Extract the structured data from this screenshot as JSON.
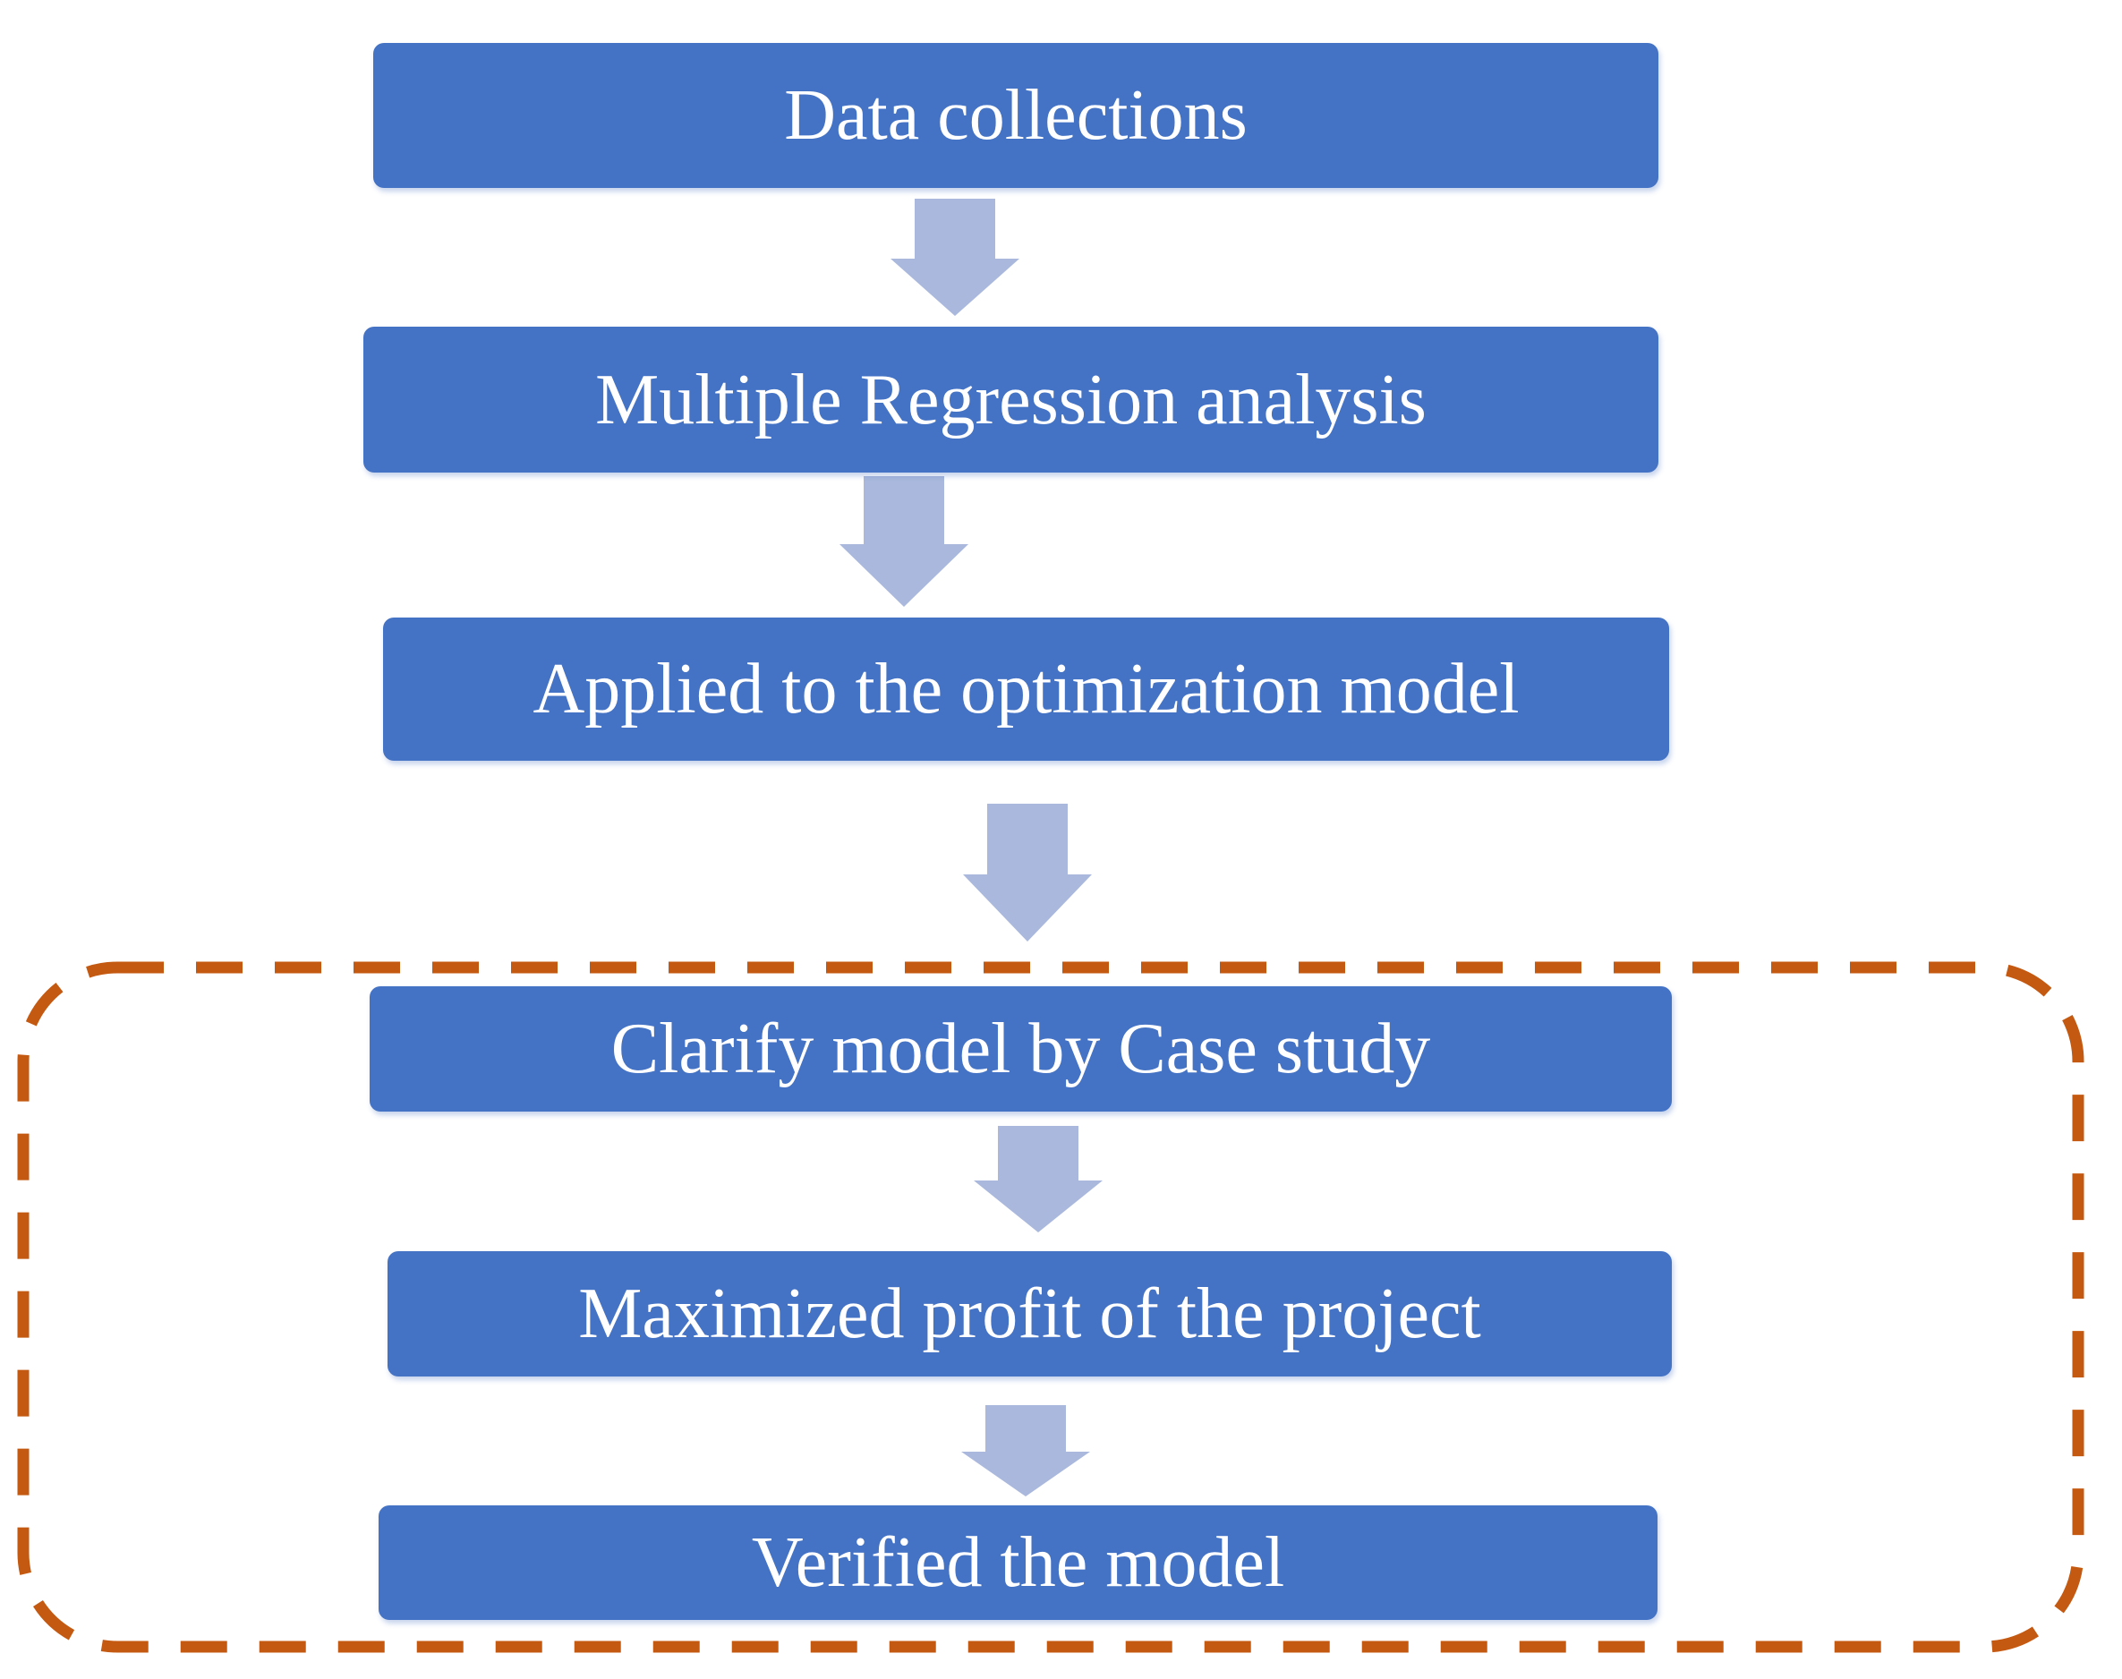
{
  "figure": {
    "type": "flowchart",
    "direction": "top-down",
    "steps": [
      {
        "id": "data-collections",
        "label": "Data collections",
        "in_dashed_group": false
      },
      {
        "id": "multiple-regression-analysis",
        "label": "Multiple Regression analysis",
        "in_dashed_group": false
      },
      {
        "id": "applied-to-optimization-model",
        "label": "Applied to the optimization model",
        "in_dashed_group": false
      },
      {
        "id": "clarify-model-by-case-study",
        "label": "Clarify model by Case study",
        "in_dashed_group": true
      },
      {
        "id": "maximized-profit-of-project",
        "label": "Maximized profit of the project",
        "in_dashed_group": true
      },
      {
        "id": "verified-the-model",
        "label": "Verified the model",
        "in_dashed_group": true
      }
    ],
    "connectors": {
      "count": 5,
      "style": "block-arrow-down"
    },
    "dashed_group": {
      "shape": "rounded-rectangle",
      "border_style": "dashed",
      "contains_labels": [
        "Clarify model by Case study",
        "Maximized profit of the project",
        "Verified the model"
      ]
    }
  },
  "colors": {
    "background": "#FFFFFF",
    "box_fill": "#4472C4",
    "box_text": "#FFFFFF",
    "arrow_fill": "#A9B8DC",
    "group_outline": "#C45911"
  }
}
